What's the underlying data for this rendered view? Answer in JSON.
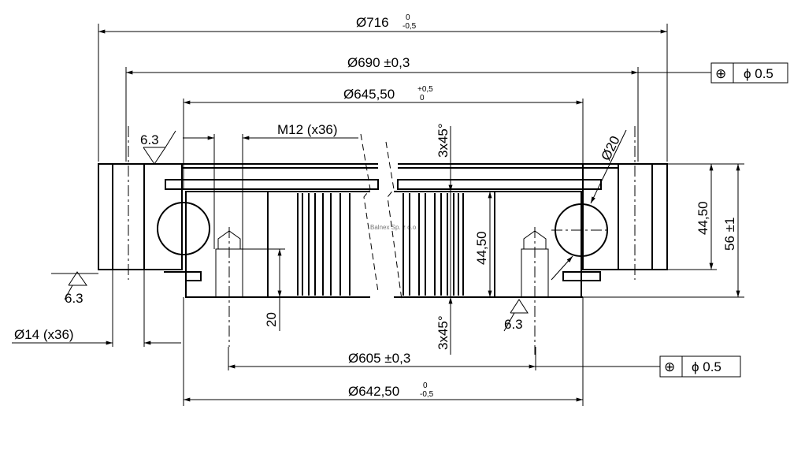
{
  "drawing": {
    "watermark": "Balnex Sp. z o.o.",
    "dims": {
      "d716": {
        "label": "Ø716",
        "tol_upper": "0",
        "tol_lower": "-0,5"
      },
      "d690": {
        "label": "Ø690 ±0,3"
      },
      "d645": {
        "label": "Ø645,50",
        "tol_upper": "+0,5",
        "tol_lower": "0"
      },
      "m12": {
        "label": "M12 (x36)"
      },
      "d14": {
        "label": "Ø14 (x36)"
      },
      "d20": {
        "label": "Ø20"
      },
      "h20": {
        "label": "20"
      },
      "chamfer_top": {
        "label": "3x45°"
      },
      "chamfer_bottom": {
        "label": "3x45°"
      },
      "h4450_mid": {
        "label": "44,50"
      },
      "h4450_right": {
        "label": "44,50"
      },
      "h56": {
        "label": "56 ±1"
      },
      "d605": {
        "label": "Ø605 ±0,3"
      },
      "d642": {
        "label": "Ø642,50",
        "tol_upper": "0",
        "tol_lower": "-0,5"
      }
    },
    "roughness": {
      "top_left": "6.3",
      "left": "6.3",
      "bottom_right": "6.3"
    },
    "fcf_top": {
      "symbol": "⊕",
      "tol": "ϕ  0.5"
    },
    "fcf_bottom": {
      "symbol": "⊕",
      "tol": "ϕ  0.5"
    }
  }
}
